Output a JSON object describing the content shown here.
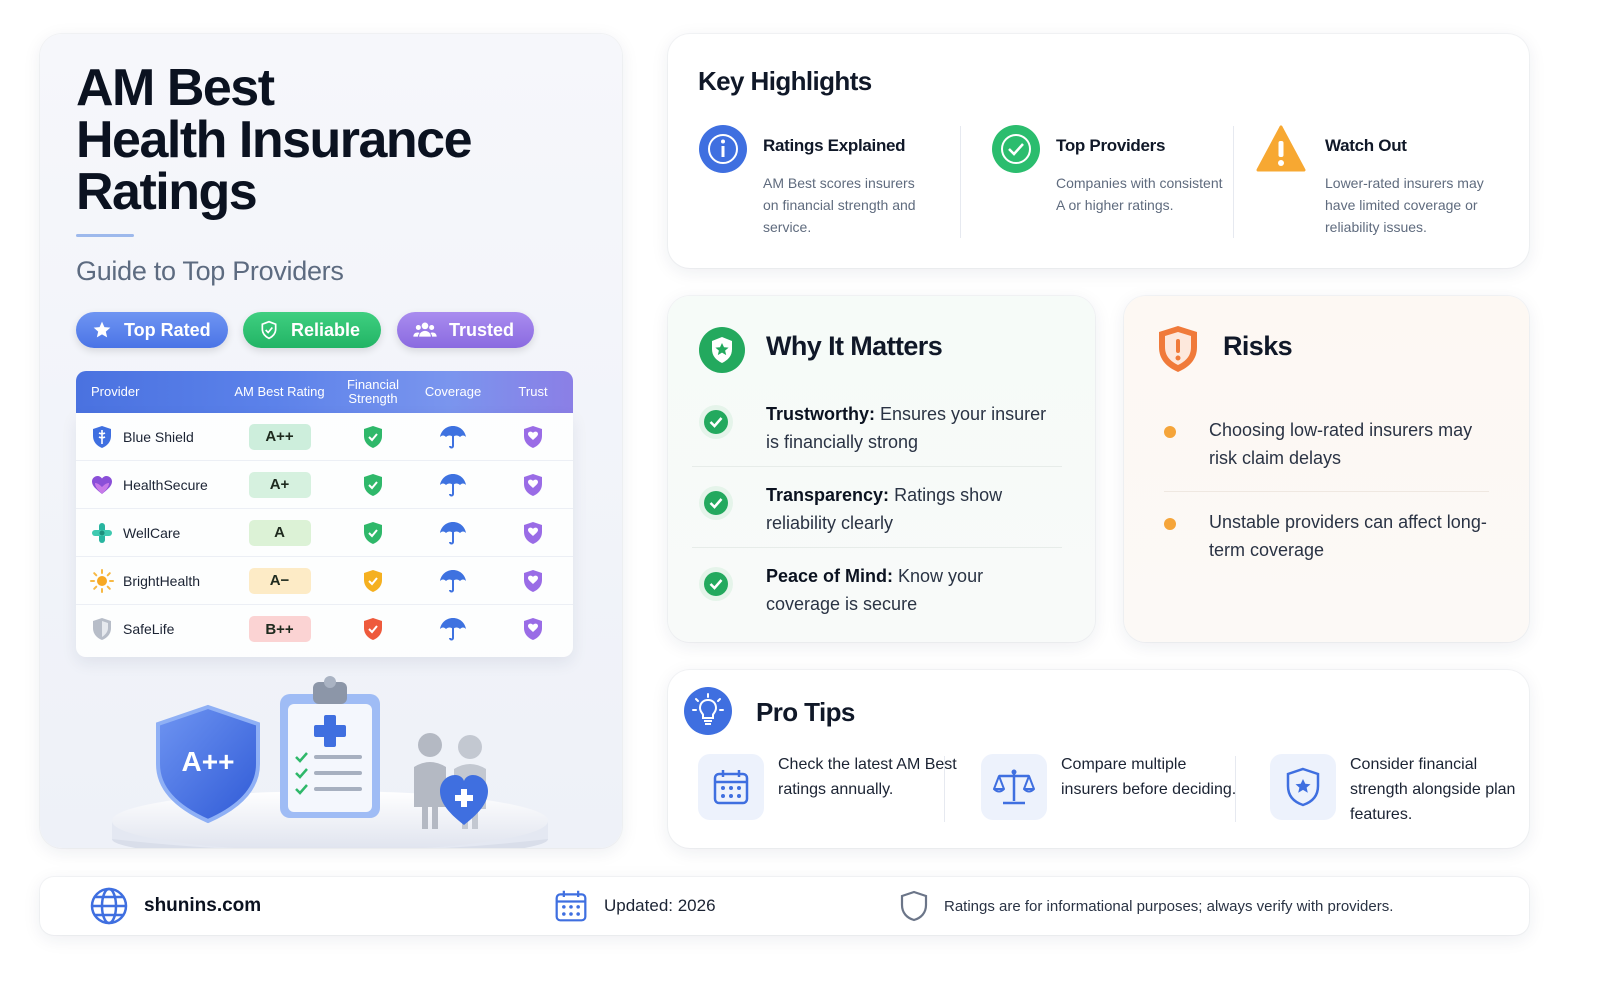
{
  "title": {
    "line1": "AM Best",
    "line2": "Health Insurance",
    "line3": "Ratings",
    "subtitle": "Guide to Top Providers"
  },
  "pills": [
    {
      "label": "Top Rated",
      "icon": "star-icon",
      "color": "#5a80ea"
    },
    {
      "label": "Reliable",
      "icon": "shield-check-icon",
      "color": "#2bbd6e"
    },
    {
      "label": "Trusted",
      "icon": "people-icon",
      "color": "#9677e6"
    }
  ],
  "table": {
    "headers": [
      "Provider",
      "AM Best Rating",
      "Financial Strength",
      "Coverage",
      "Trust"
    ],
    "rows": [
      {
        "provider": "Blue Shield",
        "rating": "A++",
        "badge_color": "#cdeedc",
        "strength_color": "#2fb86a"
      },
      {
        "provider": "HealthSecure",
        "rating": "A+",
        "badge_color": "#d6f1df",
        "strength_color": "#2fb86a"
      },
      {
        "provider": "WellCare",
        "rating": "A",
        "badge_color": "#dcf2d6",
        "strength_color": "#2fb86a"
      },
      {
        "provider": "BrightHealth",
        "rating": "A−",
        "badge_color": "#fdebc6",
        "strength_color": "#f5b020"
      },
      {
        "provider": "SafeLife",
        "rating": "B++",
        "badge_color": "#fbd3d3",
        "strength_color": "#ee5a3c"
      }
    ]
  },
  "illustration": {
    "shield_label": "A++"
  },
  "highlights": {
    "title": "Key Highlights",
    "items": [
      {
        "head": "Ratings Explained",
        "text": "AM Best scores insurers on financial strength and service.",
        "icon": "info-icon"
      },
      {
        "head": "Top Providers",
        "text": "Companies with consistent A or higher ratings.",
        "icon": "check-circle-icon"
      },
      {
        "head": "Watch Out",
        "text": "Lower-rated insurers may have limited coverage or reliability issues.",
        "icon": "warning-icon"
      }
    ]
  },
  "why": {
    "title": "Why It Matters",
    "items": [
      {
        "bold": "Trustworthy:",
        "text": " Ensures your insurer is financially strong"
      },
      {
        "bold": "Transparency:",
        "text": " Ratings show reliability clearly"
      },
      {
        "bold": "Peace of Mind:",
        "text": " Know your coverage is secure"
      }
    ]
  },
  "risks": {
    "title": "Risks",
    "items": [
      "Choosing low-rated insurers may risk claim delays",
      "Unstable providers can affect long-term coverage"
    ]
  },
  "tips": {
    "title": "Pro Tips",
    "items": [
      {
        "text": "Check the latest AM Best ratings annually.",
        "icon": "calendar-icon"
      },
      {
        "text": "Compare multiple insurers before deciding.",
        "icon": "scales-icon"
      },
      {
        "text": "Consider financial strength alongside plan features.",
        "icon": "shield-star-icon"
      }
    ]
  },
  "footer": {
    "site": "shunins.com",
    "updated": "Updated: 2026",
    "disclaimer": "Ratings are for informational purposes; always verify with providers."
  },
  "colors": {
    "accent_blue": "#4a74e6",
    "green": "#2bbd6e",
    "orange": "#f5a53a",
    "purple": "#8a6ae0"
  }
}
